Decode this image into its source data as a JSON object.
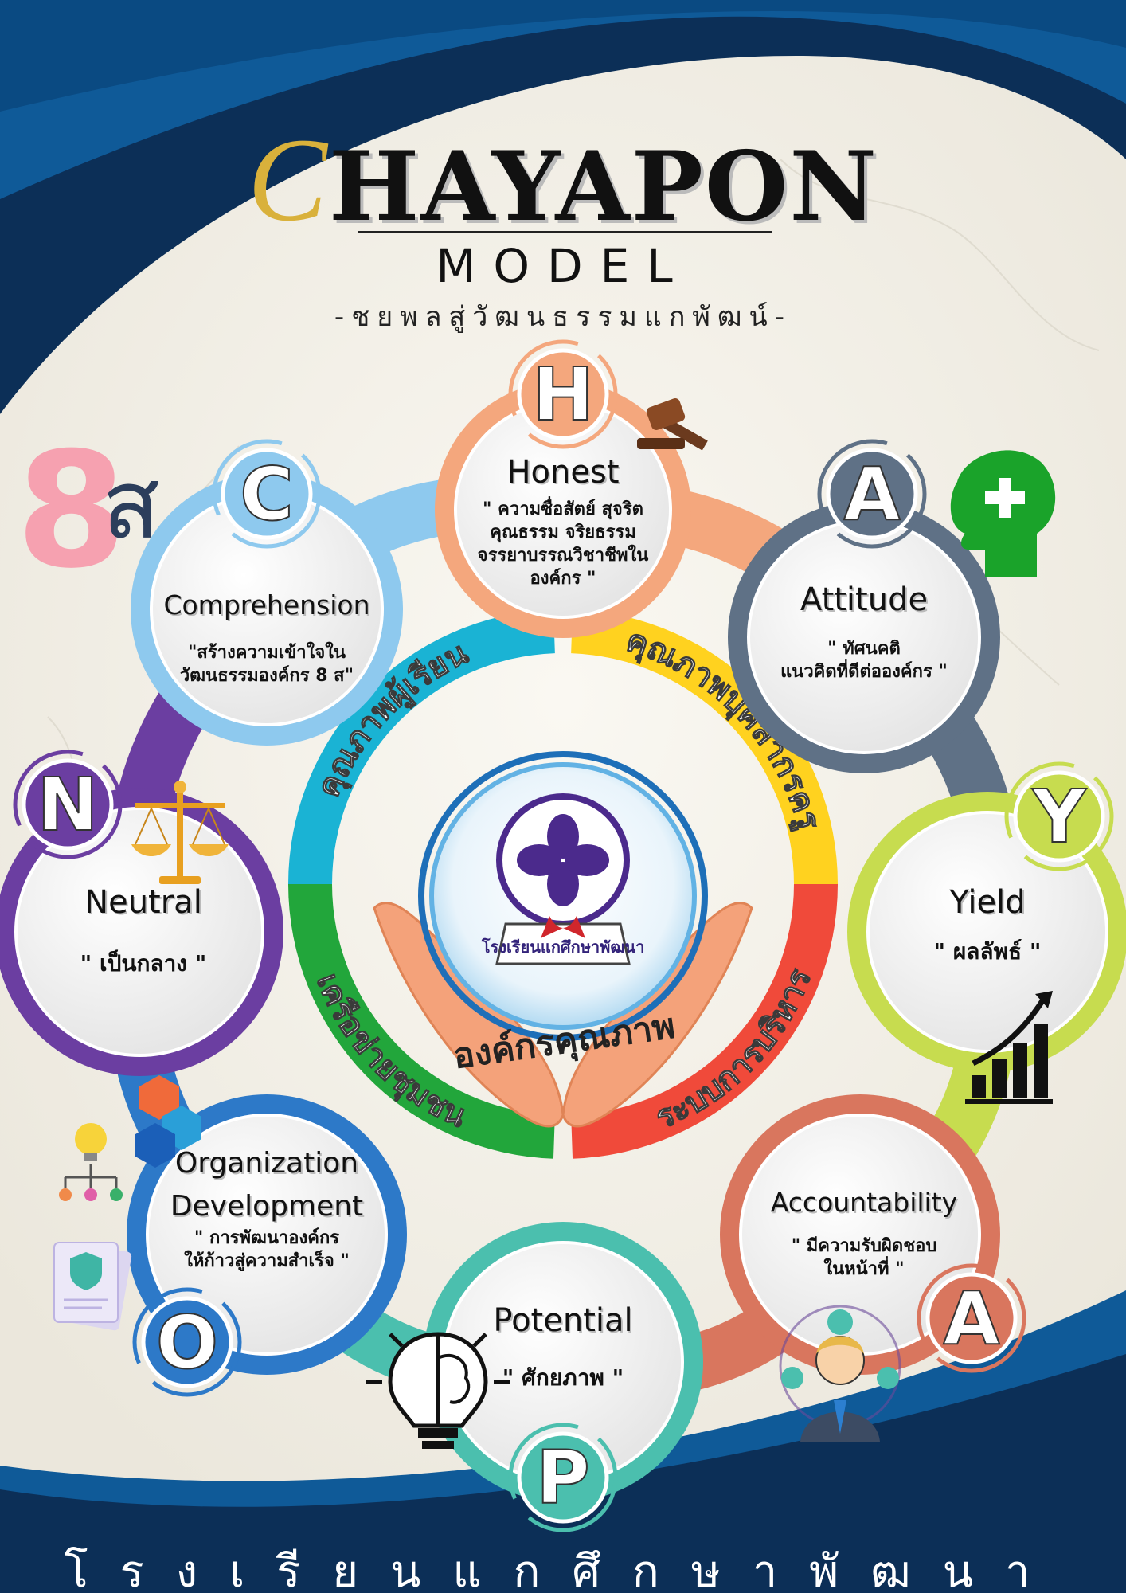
{
  "header": {
    "title_first_letter": "C",
    "title_rest": "HAYAPON",
    "subtitle": "MODEL",
    "thai_subtitle": "-ชยพลสู่วัฒนธรรมแกพัฒน์-"
  },
  "nodes": [
    {
      "key": "honest",
      "letter": "H",
      "title": "Honest",
      "desc": [
        "\" ความซื่อสัตย์ สุจริต",
        "คุณธรรม จริยธรรม",
        "จรรยาบรรณวิชาชีพใน",
        "องค์กร \""
      ],
      "color": "#f4a77d",
      "icon": "gavel-icon"
    },
    {
      "key": "attitude",
      "letter": "A",
      "title": "Attitude",
      "desc": [
        "\" ทัศนคติ",
        "แนวคิดที่ดีต่อองค์กร \""
      ],
      "color": "#5f7186",
      "icon": "head-plus-icon"
    },
    {
      "key": "yield",
      "letter": "Y",
      "title": "Yield",
      "desc": [
        "\" ผลลัพธ์ \""
      ],
      "color": "#c7dc4f",
      "icon": "growth-chart-icon"
    },
    {
      "key": "accountability",
      "letter": "A",
      "title": "Accountability",
      "desc": [
        "\" มีความรับผิดชอบ",
        "ในหน้าที่  \""
      ],
      "color": "#d9765e",
      "icon": "person-hub-icon"
    },
    {
      "key": "potential",
      "letter": "P",
      "title": "Potential",
      "desc": [
        "\" ศักยภาพ \""
      ],
      "color": "#4bbfae",
      "icon": "bulb-brain-icon"
    },
    {
      "key": "organization",
      "letter": "O",
      "title_lines": [
        "Organization",
        "Development"
      ],
      "desc": [
        "\" การพัฒนาองค์กร",
        "ให้ก้าวสู่ความสำเร็จ \""
      ],
      "color": "#2d79c8",
      "icon": "org-chart-icon"
    },
    {
      "key": "neutral",
      "letter": "N",
      "title": "Neutral",
      "desc": [
        "\" เป็นกลาง \""
      ],
      "color": "#6b3ea1",
      "icon": "scales-icon"
    },
    {
      "key": "comprehension",
      "letter": "C",
      "title": "Comprehension",
      "desc": [
        "\"สร้างความเข้าใจใน",
        "วัฒนธรรมองค์กร 8 ส\""
      ],
      "color": "#8ec9ee",
      "icon": "eight-s-icon"
    }
  ],
  "quadrants": [
    {
      "key": "students",
      "label": "คุณภาพผู้เรียน",
      "color": "#1ab3d4"
    },
    {
      "key": "staff",
      "label": "คุณภาพบุคลากรครู",
      "color": "#ffd21f"
    },
    {
      "key": "admin",
      "label": "ระบบการบริหาร",
      "color": "#f04a3a"
    },
    {
      "key": "network",
      "label": "เครือข่ายชุมชน",
      "color": "#22a63b"
    }
  ],
  "center": {
    "school_band": "โรงเรียนแกศึกษาพัฒนา",
    "caption": "องค์กรคุณภาพ"
  },
  "footer": {
    "text": "โรงเรียนแกศึกษาพัฒนา"
  },
  "decor": {
    "eight_s_digit": "8",
    "eight_s_letter": "ส"
  }
}
